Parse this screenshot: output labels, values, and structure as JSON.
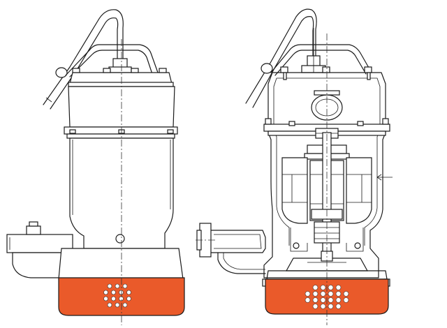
{
  "colors": {
    "strainer_accent": "#ea5a2a",
    "line": "#1a1a1a",
    "background": "#ffffff"
  },
  "views": [
    {
      "id": "exterior",
      "strainer_hole_rows": [
        3,
        4,
        4,
        3
      ]
    },
    {
      "id": "cross-section",
      "strainer_hole_rows": [
        4,
        6,
        6,
        4
      ]
    }
  ]
}
